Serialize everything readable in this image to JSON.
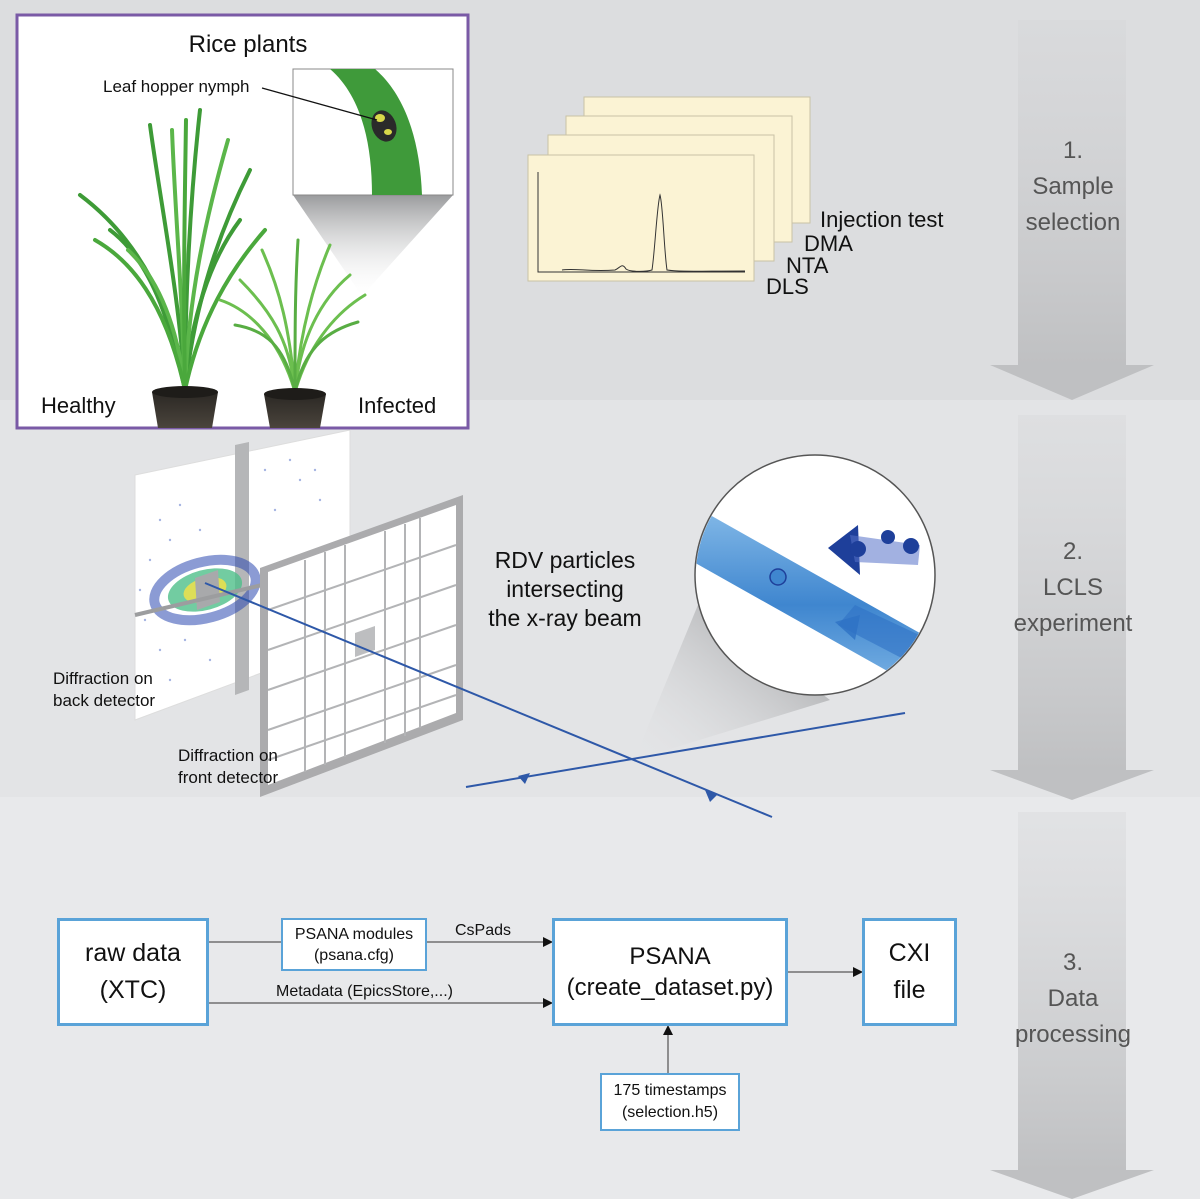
{
  "panel1": {
    "title": "Rice plants",
    "callout": "Leaf hopper nymph",
    "healthy": "Healthy",
    "infected": "Infected",
    "tests": [
      "Injection test",
      "DMA",
      "NTA",
      "DLS"
    ]
  },
  "panel2": {
    "particles_line1": "RDV particles",
    "particles_line2": "intersecting",
    "particles_line3": "the x-ray beam",
    "back_line1": "Diffraction on",
    "back_line2": "back detector",
    "front_line1": "Diffraction on",
    "front_line2": "front detector"
  },
  "panel3": {
    "raw_line1": "raw data",
    "raw_line2": "(XTC)",
    "modules_line1": "PSANA modules",
    "modules_line2": "(psana.cfg)",
    "cspads": "CsPads",
    "metadata": "Metadata (EpicsStore,...)",
    "psana_line1": "PSANA",
    "psana_line2": "(create_dataset.py)",
    "cxi_line1": "CXI",
    "cxi_line2": "file",
    "timestamps_line1": "175 timestamps",
    "timestamps_line2": "(selection.h5)"
  },
  "steps": [
    {
      "num": "1.",
      "line1": "Sample",
      "line2": "selection"
    },
    {
      "num": "2.",
      "line1": "LCLS",
      "line2": "experiment"
    },
    {
      "num": "3.",
      "line1": "Data",
      "line2": "processing"
    }
  ],
  "colors": {
    "frame": "#7a5aa6",
    "box_border": "#5aa3d8",
    "beam": "#2e58a8",
    "paper": "#fbf3d4"
  }
}
